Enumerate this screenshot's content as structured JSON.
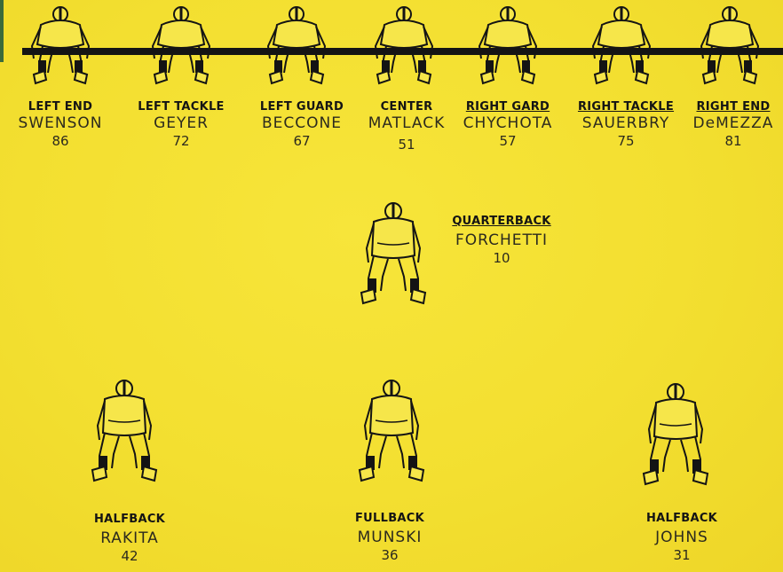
{
  "colors": {
    "background": "#f3df30",
    "ink": "#141414"
  },
  "line": [
    {
      "position": "LEFT END",
      "name": "SWENSON",
      "number": "86",
      "underline": false
    },
    {
      "position": "LEFT TACKLE",
      "name": "GEYER",
      "number": "72",
      "underline": false
    },
    {
      "position": "LEFT GUARD",
      "name": "BECCONE",
      "number": "67",
      "underline": false
    },
    {
      "position": "CENTER",
      "name": "MATLACK",
      "number": "51",
      "underline": false
    },
    {
      "position": "RIGHT GARD",
      "name": "CHYCHOTA",
      "number": "57",
      "underline": true
    },
    {
      "position": "RIGHT TACKLE",
      "name": "SAUERBRY",
      "number": "75",
      "underline": true
    },
    {
      "position": "RIGHT END",
      "name": "DeMEZZA",
      "number": "81",
      "underline": true
    }
  ],
  "quarterback": {
    "position": "QUARTERBACK",
    "name": "FORCHETTI",
    "number": "10"
  },
  "backfield": [
    {
      "position": "HALFBACK",
      "name": "RAKITA",
      "number": "42"
    },
    {
      "position": "FULLBACK",
      "name": "MUNSKI",
      "number": "36"
    },
    {
      "position": "HALFBACK",
      "name": "JOHNS",
      "number": "31"
    }
  ],
  "icons": {
    "lineman": "football-lineman-icon",
    "back": "football-back-icon"
  }
}
